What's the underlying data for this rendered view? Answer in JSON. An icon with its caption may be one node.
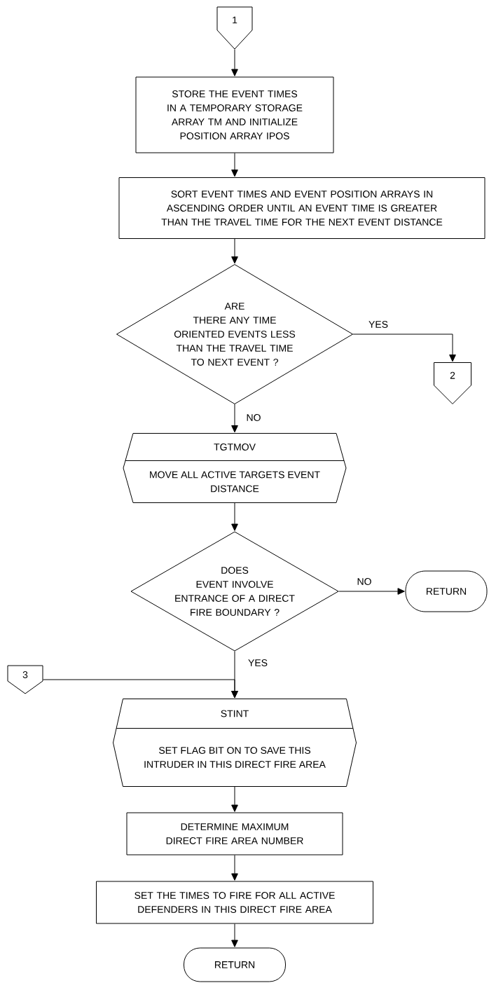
{
  "diagram": {
    "nodes": [
      {
        "text": [
          "1"
        ]
      },
      {
        "text": [
          "STORE THE EVENT TIMES IN A TEMPORARY STORAGE ARRAY TM AND INITIALIZE POSITION ARRAY IPOS"
        ]
      },
      {
        "text": [
          "SORT EVENT TIMES AND EVENT POSITION ARRAYS IN ASCENDING ORDER UNTIL AN EVENT TIME IS GREATER THAN THE TRAVEL TIME FOR THE NEXT EVENT DISTANCE"
        ]
      },
      {
        "text": [
          "ARE THERE ANY TIME ORIENTED EVENTS LESS THAN THE TRAVEL TIME TO NEXT EVENT ?"
        ]
      },
      {
        "text": [
          "2"
        ]
      },
      {
        "text": [
          "TGTMOV",
          "MOVE ALL ACTIVE TARGETS EVENT DISTANCE"
        ]
      },
      {
        "text": [
          "DOES EVENT INVOLVE ENTRANCE OF A DIRECT FIRE BOUNDARY ?"
        ]
      },
      {
        "text": [
          "RETURN"
        ]
      },
      {
        "text": [
          "3"
        ]
      },
      {
        "text": [
          "STINT",
          "SET FLAG BIT ON TO SAVE THIS INTRUDER IN THIS DIRECT FIRE AREA"
        ]
      },
      {
        "text": [
          "DETERMINE MAXIMUM DIRECT FIRE AREA NUMBER"
        ]
      },
      {
        "text": [
          "SET THE TIMES TO FIRE FOR ALL ACTIVE DEFENDERS IN THIS DIRECT FIRE AREA"
        ]
      },
      {
        "text": [
          "RETURN"
        ]
      }
    ],
    "edges": [
      {
        "from": 0,
        "to": 1,
        "arrow": "to"
      },
      {
        "from": 1,
        "to": 2,
        "arrow": "to"
      },
      {
        "from": 2,
        "to": 3,
        "arrow": "to"
      },
      {
        "from": 3,
        "to": 4,
        "arrow": "to",
        "label": "YES"
      },
      {
        "from": 3,
        "to": 5,
        "arrow": "to",
        "label": "NO"
      },
      {
        "from": 5,
        "to": 6,
        "arrow": "to"
      },
      {
        "from": 6,
        "to": 7,
        "arrow": "to",
        "label": "NO"
      },
      {
        "from": 6,
        "to": 9,
        "arrow": "to",
        "label": "YES"
      },
      {
        "from": 8,
        "to": 9,
        "arrow": "to"
      },
      {
        "from": 9,
        "to": 10,
        "arrow": "to"
      },
      {
        "from": 10,
        "to": 11,
        "arrow": "to"
      },
      {
        "from": 11,
        "to": 12,
        "arrow": "to"
      }
    ]
  }
}
